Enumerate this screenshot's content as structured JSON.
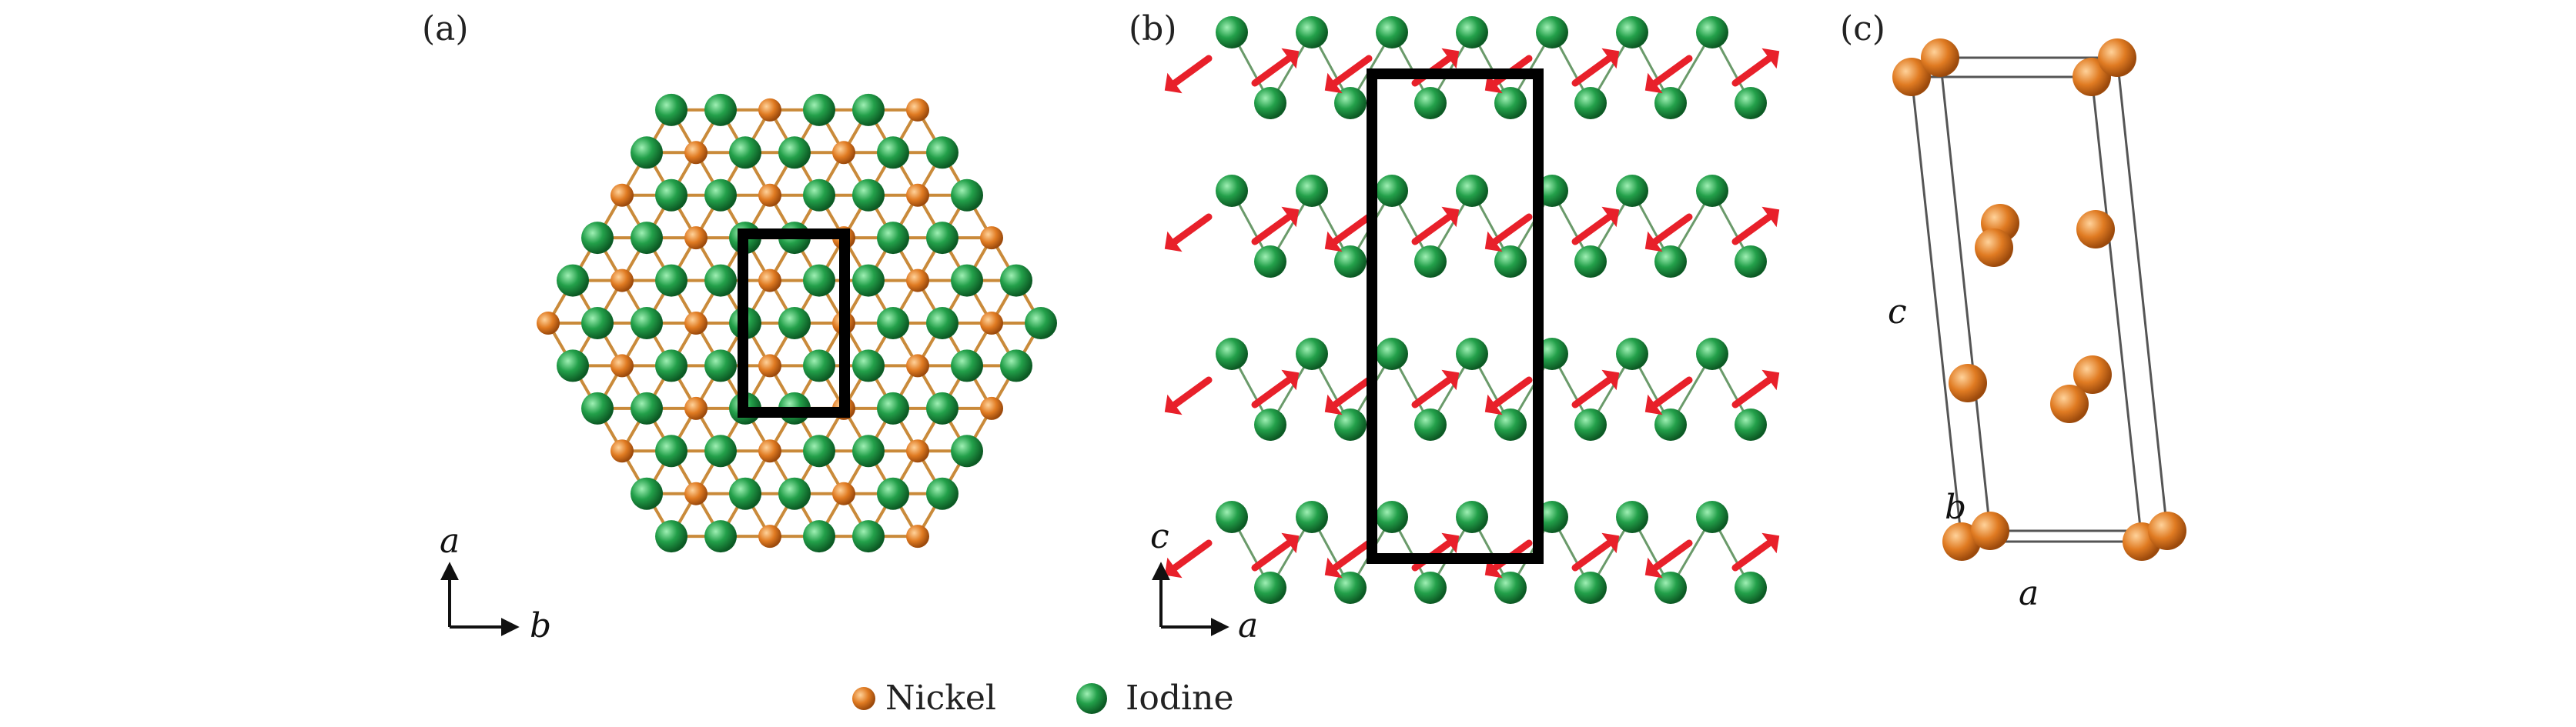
{
  "panels": {
    "a": {
      "label": "(a)",
      "axis_vertical": "a",
      "axis_horizontal": "b"
    },
    "b": {
      "label": "(b)",
      "axis_vertical": "c",
      "axis_horizontal": "a"
    },
    "c": {
      "label": "(c)",
      "axis_c": "c",
      "axis_b": "b",
      "axis_a": "a"
    }
  },
  "legend": [
    {
      "label": "Nickel",
      "color": "#e07b22"
    },
    {
      "label": "Iodine",
      "color": "#1f8f3f"
    }
  ],
  "colors": {
    "nickel": "#e07b22",
    "iodine": "#1f8f3f",
    "bond": "#c98a3a",
    "spin_arrow": "#e8202a",
    "unit_cell": "#000000"
  }
}
